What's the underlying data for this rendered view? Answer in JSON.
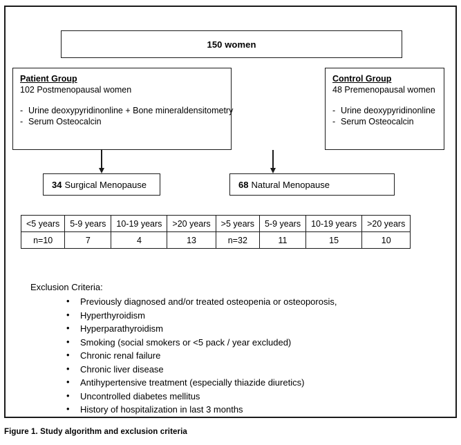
{
  "figure": {
    "caption": "Figure 1. Study algorithm and exclusion criteria"
  },
  "total_box": {
    "label": "150 women"
  },
  "patient_group": {
    "title": "Patient Group",
    "subtitle": "102 Postmenopausal women",
    "items": [
      "Urine deoxypyridinonline + Bone mineraldensitometry",
      "Serum Osteocalcin"
    ]
  },
  "control_group": {
    "title": "Control Group",
    "subtitle": "48 Premenopausal women",
    "items": [
      "Urine deoxypyridinonline",
      "Serum Osteocalcin"
    ]
  },
  "menopause": {
    "surgical": {
      "count": "34",
      "label": "Surgical Menopause"
    },
    "natural": {
      "count": "68",
      "label": "Natural Menopause"
    }
  },
  "exclusion": {
    "title": "Exclusion Criteria:",
    "items": [
      "Previously diagnosed and/or treated osteopenia or osteoporosis,",
      "Hyperthyroidism",
      "Hyperparathyroidism",
      "Smoking (social smokers or <5 pack / year excluded)",
      "Chronic renal failure",
      "Chronic liver disease",
      "Antihypertensive treatment (especially thiazide diuretics)",
      "Uncontrolled diabetes mellitus",
      "History of hospitalization in last 3 months"
    ]
  },
  "chart_data": {
    "type": "table",
    "title": "Time since menopause distribution",
    "groups": [
      {
        "group": "Surgical Menopause",
        "categories": [
          "<5 years",
          "5-9 years",
          "10-19 years",
          ">20 years"
        ],
        "values": [
          "n=10",
          "7",
          "4",
          "13"
        ]
      },
      {
        "group": "Natural Menopause",
        "categories": [
          ">5 years",
          "5-9 years",
          "10-19 years",
          ">20 years"
        ],
        "values": [
          "n=32",
          "11",
          "15",
          "10"
        ]
      }
    ],
    "headers": [
      "<5 years",
      "5-9 years",
      "10-19 years",
      ">20 years",
      ">5 years",
      "5-9 years",
      "10-19 years",
      ">20 years"
    ],
    "row": [
      "n=10",
      "7",
      "4",
      "13",
      "n=32",
      "11",
      "15",
      "10"
    ]
  },
  "colors": {
    "stroke": "#1a1a1a",
    "background": "#ffffff",
    "text": "#000000"
  }
}
